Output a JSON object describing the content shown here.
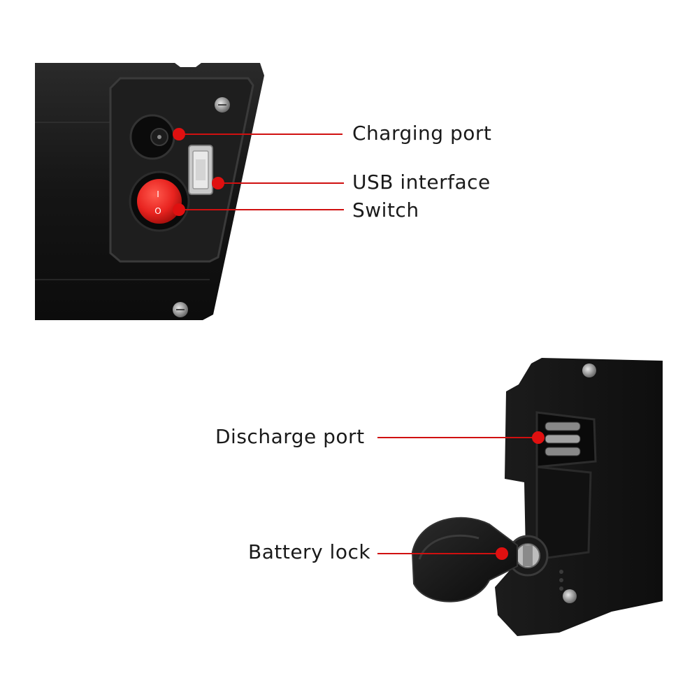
{
  "labels": {
    "charging_port": "Charging port",
    "usb_interface": "USB interface",
    "switch": "Switch",
    "discharge_port": "Discharge port",
    "battery_lock": "Battery lock"
  },
  "switch_marks": {
    "on": "I",
    "off": "O"
  },
  "colors": {
    "callout": "#e01010",
    "switch": "#e8231f",
    "housing": "#141414",
    "text": "#1a1a1a"
  }
}
